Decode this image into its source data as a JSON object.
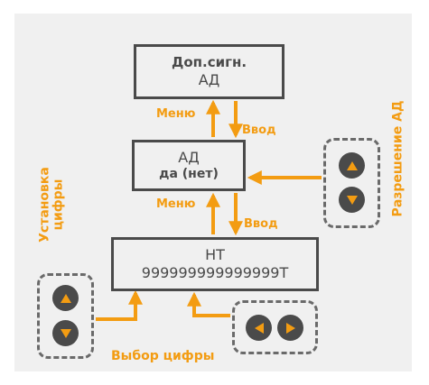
{
  "boxes": {
    "box1": {
      "line1": "Доп.сигн.",
      "line2": "АД"
    },
    "box2": {
      "line1": "АД",
      "line2": "да (нет)"
    },
    "box3": {
      "line1": "НТ",
      "line2": "999999999999999Т"
    }
  },
  "labels": {
    "menu1": "Меню",
    "enter1": "Ввод",
    "menu2": "Меню",
    "enter2": "Ввод",
    "permission": "Разрешение АД",
    "set_digit": "Установка цифры",
    "digit_select": "Выбор цифры"
  },
  "icons": {
    "up": "triangle-up-icon",
    "down": "triangle-down-icon",
    "left": "triangle-left-icon",
    "right": "triangle-right-icon"
  },
  "colors": {
    "accent": "#f39c12",
    "dark": "#4a4a4a",
    "panel": "#f0f0f0"
  }
}
